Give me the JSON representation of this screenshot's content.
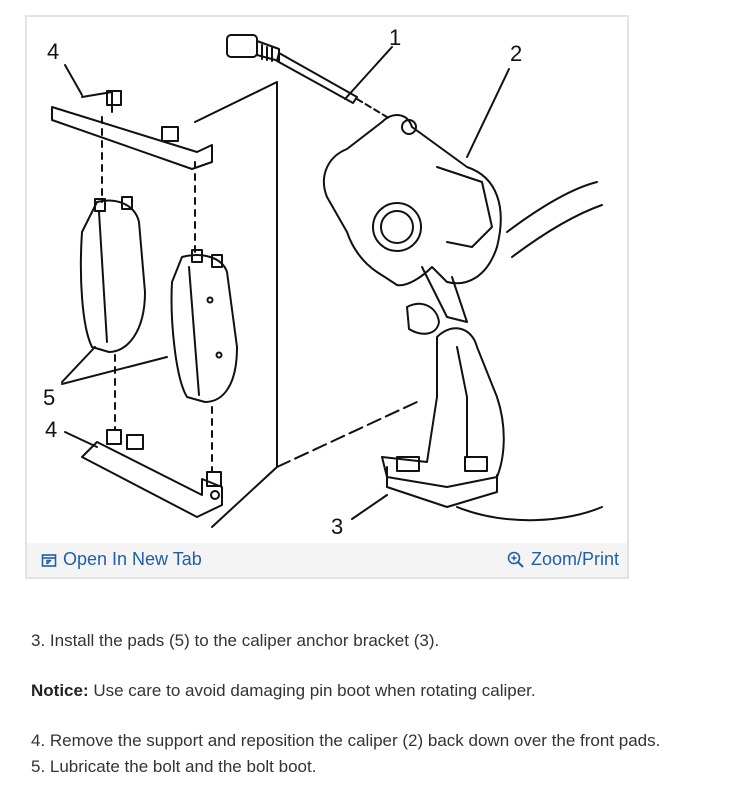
{
  "figure": {
    "callouts": {
      "c1": "1",
      "c2": "2",
      "c3": "3",
      "c4_top": "4",
      "c4_bottom": "4",
      "c5": "5"
    },
    "open_in_new_tab": "Open In New Tab",
    "zoom_print": "Zoom/Print",
    "open_icon": "open-new-tab-icon",
    "zoom_icon": "zoom-in-icon",
    "link_color": "#1f5fa8"
  },
  "steps": {
    "step3": "3. Install the pads (5) to the caliper anchor bracket (3).",
    "notice_label": "Notice:",
    "notice_text": " Use care to avoid damaging pin boot when rotating caliper.",
    "step4": "4. Remove the support and reposition the caliper (2) back down over the front pads.",
    "step5": "5. Lubricate the bolt and the bolt boot."
  }
}
